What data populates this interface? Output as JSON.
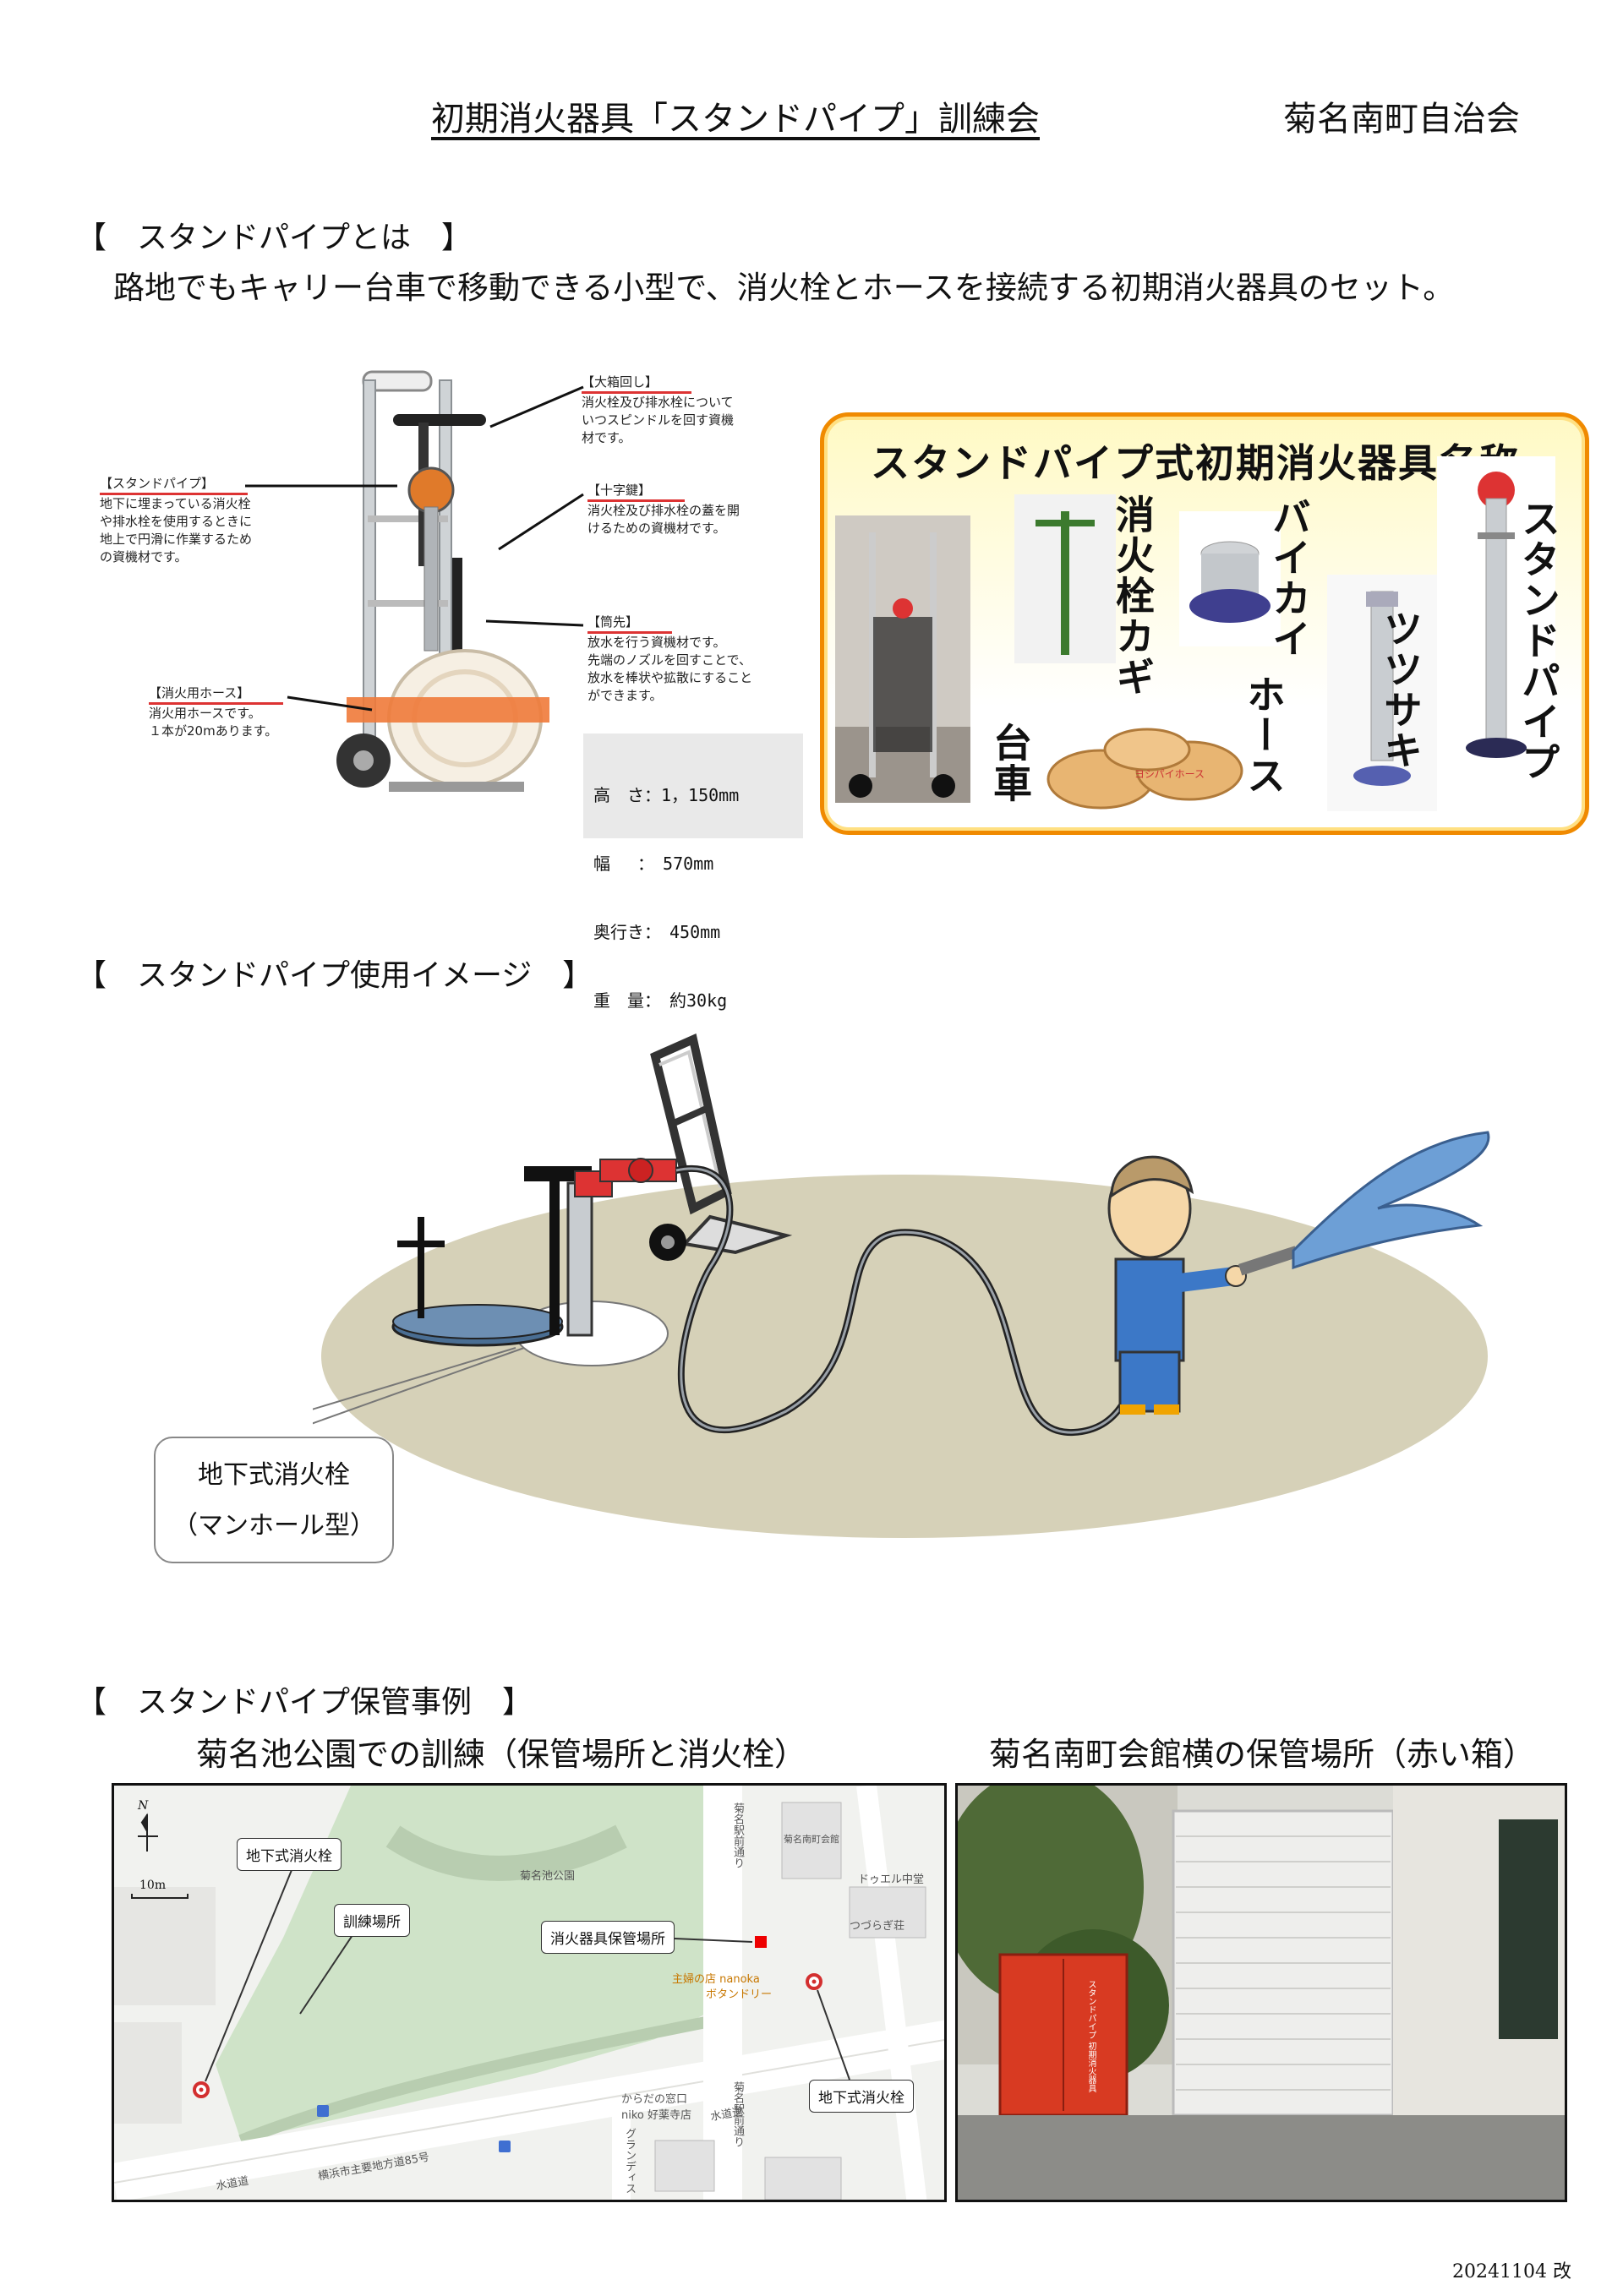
{
  "header": {
    "title": "初期消火器具「スタンドパイプ」訓練会",
    "organization": "菊名南町自治会"
  },
  "section1": {
    "heading": "【　スタンドパイプとは　】",
    "description": "路地でもキャリー台車で移動できる小型で、消火栓とホースを接続する初期消火器具のセット。"
  },
  "equipment_callouts": {
    "handle": {
      "title": "【大箱回し】",
      "lines": [
        "消火栓及び排水栓について",
        "いつスピンドルを回す資機",
        "材です。"
      ]
    },
    "standpipe": {
      "title": "【スタンドパイプ】",
      "lines": [
        "地下に埋まっている消火栓",
        "や排水栓を使用するときに",
        "地上で円滑に作業するため",
        "の資機材です。"
      ]
    },
    "cross_key": {
      "title": "【十字鍵】",
      "lines": [
        "消火栓及び排水栓の蓋を開",
        "けるための資機材です。"
      ]
    },
    "nozzle": {
      "title": "【筒先】",
      "lines": [
        "放水を行う資機材です。",
        "先端のノズルを回すことで、",
        "放水を棒状や拡散にすること",
        "ができます。"
      ]
    },
    "hose": {
      "title": "【消火用ホース】",
      "lines": [
        "消火用ホースです。",
        "１本が20mあります。"
      ]
    },
    "spec": [
      "高　さ：1，150mm",
      "幅　 ：　570mm",
      "奥行き：　450mm",
      "重　量：　約30kg"
    ]
  },
  "names_panel": {
    "title": "スタンドパイプ式初期消火器具名称",
    "items": {
      "cart": "台車",
      "key": "消火栓カギ",
      "bykai": "バイカイ",
      "hose": "ホース",
      "nozzle": "ツツサキ",
      "standpipe": "スタンドパイプ",
      "hose_brand": "ヨシパイホース"
    }
  },
  "section2": {
    "heading": "【　スタンドパイプ使用イメージ　】",
    "bubble_line1": "地下式消火栓",
    "bubble_line2": "（マンホール型）"
  },
  "section3": {
    "heading": "【　スタンドパイプ保管事例　】",
    "left_caption": "菊名池公園での訓練（保管場所と消火栓）",
    "right_caption": "菊名南町会館横の保管場所（赤い箱）"
  },
  "map": {
    "north": "N",
    "scale": "10m",
    "label_hydrant_1": "地下式消火栓",
    "label_training": "訓練場所",
    "label_storage": "消火器具保管場所",
    "label_hydrant_2": "地下式消火栓",
    "hall": "菊名南町会館",
    "park": "菊名池公園",
    "road_water_1": "水道道",
    "road_water_2": "水道道",
    "road_pref": "横浜市主要地方道85号",
    "road_vertical_1": "菊名駅前通り",
    "road_vertical_2": "菊名駅前通り",
    "shop_1": "ドゥエル中堂",
    "shop_2": "つづらぎ荘",
    "shop_3": "主婦の店 nanoka",
    "shop_4": "ボタンドリー",
    "shop_5": "からだの窓口 niko 好薬寺店",
    "shop_6": "グランディス"
  },
  "photo": {
    "box_text": "スタンドパイプ 初期消火器具"
  },
  "footer": {
    "revision": "20241104 改"
  },
  "colors": {
    "accent_red": "#d32f2f",
    "panel_orange": "#f08a00",
    "ground": "#d6d1b8",
    "park_green": "#cfe3c8"
  }
}
